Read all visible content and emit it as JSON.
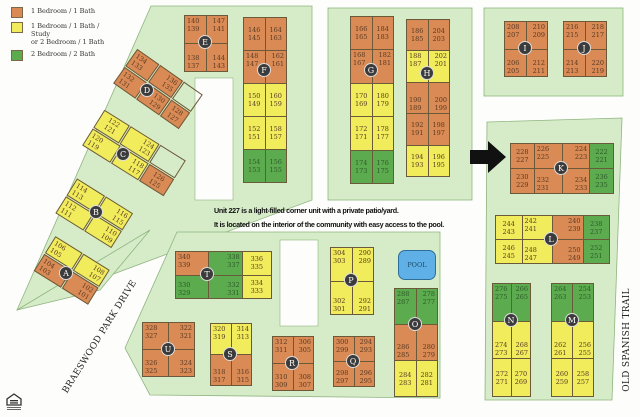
{
  "legend": [
    {
      "label": "1 Bedroom / 1 Bath",
      "color": "#d98a55"
    },
    {
      "label": "1 Bedroom / 1 Bath / Study\nor 2 Bedroom / 1 Bath",
      "color": "#f1ec5c"
    },
    {
      "label": "2 Bedroom / 2 Bath",
      "color": "#5cab4e"
    }
  ],
  "note": {
    "line1": "Unit 227 is a light-filled corner unit with a private patio/yard.",
    "line2": "It is located on the interior of the community with easy access to the pool."
  },
  "roads": {
    "braeswood": "BRAESWOOD PARK DRIVE",
    "old_spanish": "OLD SPANISH TRAIL"
  },
  "pool_label": "POOL",
  "highlight_arrow": "arrow-right-icon",
  "buildings": [
    {
      "id": "A",
      "rows": [
        [
          {
            "u": [
              "106",
              "105"
            ],
            "t": "y"
          },
          {
            "u": [
              "108",
              "107"
            ],
            "t": "y"
          }
        ],
        [
          {
            "u": [
              "104",
              "103"
            ],
            "t": "o"
          },
          {
            "u": [
              "102",
              "101"
            ],
            "t": "o"
          }
        ]
      ]
    },
    {
      "id": "B",
      "rows": [
        [
          {
            "u": [
              "114",
              "113"
            ],
            "t": "y"
          },
          {
            "u": [
              "116",
              "115"
            ],
            "t": "y"
          }
        ],
        [
          {
            "u": [
              "112",
              "111"
            ],
            "t": "y"
          },
          {
            "u": [
              "110",
              "109"
            ],
            "t": "y"
          }
        ]
      ]
    },
    {
      "id": "C",
      "rows": [
        [
          {
            "u": [
              "122",
              "121"
            ],
            "t": "y"
          },
          {
            "u": [
              "124",
              "123"
            ],
            "t": "y"
          },
          {
            "u": [],
            "t": "n"
          }
        ],
        [
          {
            "u": [
              "120",
              "119"
            ],
            "t": "y"
          },
          {
            "u": [
              "118",
              "117"
            ],
            "t": "y"
          },
          {
            "u": [
              "126",
              "125"
            ],
            "t": "o"
          }
        ]
      ]
    },
    {
      "id": "D",
      "rows": [
        [
          {
            "u": [
              "134",
              "133"
            ],
            "t": "o"
          },
          {
            "u": [
              "136",
              "135"
            ],
            "t": "o"
          },
          {
            "u": [],
            "t": "n"
          }
        ],
        [
          {
            "u": [
              "132",
              "131"
            ],
            "t": "o"
          },
          {
            "u": [
              "130",
              "129"
            ],
            "t": "o"
          },
          {
            "u": [
              "128",
              "127"
            ],
            "t": "o"
          }
        ]
      ]
    },
    {
      "id": "E",
      "rows": [
        [
          {
            "u": [
              "140",
              "139"
            ],
            "t": "o"
          },
          {
            "u": [
              "147",
              "141"
            ],
            "t": "o"
          }
        ],
        [
          {
            "u": [
              "138",
              "137"
            ],
            "t": "o"
          },
          {
            "u": [
              "144",
              "143"
            ],
            "t": "o"
          }
        ]
      ]
    },
    {
      "id": "F",
      "rows": [
        [
          {
            "u": [
              "146",
              "145"
            ],
            "t": "o"
          },
          {
            "u": [
              "164",
              "163"
            ],
            "t": "o"
          }
        ],
        [
          {
            "u": [
              "148",
              "147"
            ],
            "t": "o"
          },
          {
            "u": [
              "162",
              "161"
            ],
            "t": "o"
          }
        ],
        [
          {
            "u": [
              "150",
              "149"
            ],
            "t": "y"
          },
          {
            "u": [
              "160",
              "159"
            ],
            "t": "y"
          }
        ],
        [
          {
            "u": [
              "152",
              "151"
            ],
            "t": "y"
          },
          {
            "u": [
              "158",
              "157"
            ],
            "t": "y"
          }
        ],
        [
          {
            "u": [
              "154",
              "153"
            ],
            "t": "g"
          },
          {
            "u": [
              "156",
              "155"
            ],
            "t": "g"
          }
        ]
      ]
    },
    {
      "id": "G",
      "rows": [
        [
          {
            "u": [
              "166",
              "165"
            ],
            "t": "o"
          },
          {
            "u": [
              "184",
              "183"
            ],
            "t": "o"
          }
        ],
        [
          {
            "u": [
              "168",
              "167"
            ],
            "t": "o"
          },
          {
            "u": [
              "182",
              "181"
            ],
            "t": "o"
          }
        ],
        [
          {
            "u": [
              "170",
              "169"
            ],
            "t": "y"
          },
          {
            "u": [
              "180",
              "179"
            ],
            "t": "y"
          }
        ],
        [
          {
            "u": [
              "172",
              "171"
            ],
            "t": "y"
          },
          {
            "u": [
              "178",
              "177"
            ],
            "t": "y"
          }
        ],
        [
          {
            "u": [
              "174",
              "173"
            ],
            "t": "g"
          },
          {
            "u": [
              "176",
              "175"
            ],
            "t": "g"
          }
        ]
      ]
    },
    {
      "id": "H",
      "rows": [
        [
          {
            "u": [
              "186",
              "185"
            ],
            "t": "o"
          },
          {
            "u": [
              "204",
              "203"
            ],
            "t": "o"
          }
        ],
        [
          {
            "u": [
              "188",
              "187"
            ],
            "t": "y"
          },
          {
            "u": [
              "202",
              "201"
            ],
            "t": "y"
          }
        ],
        [
          {
            "u": [
              "190",
              "189"
            ],
            "t": "o"
          },
          {
            "u": [
              "200",
              "199"
            ],
            "t": "o"
          }
        ],
        [
          {
            "u": [
              "192",
              "191"
            ],
            "t": "o"
          },
          {
            "u": [
              "198",
              "197"
            ],
            "t": "o"
          }
        ],
        [
          {
            "u": [
              "194",
              "193"
            ],
            "t": "y"
          },
          {
            "u": [
              "196",
              "195"
            ],
            "t": "y"
          }
        ]
      ]
    },
    {
      "id": "I",
      "rows": [
        [
          {
            "u": [
              "208",
              "207"
            ],
            "t": "o"
          },
          {
            "u": [
              "210",
              "209"
            ],
            "t": "o"
          }
        ],
        [
          {
            "u": [
              "206",
              "205"
            ],
            "t": "o"
          },
          {
            "u": [
              "212",
              "211"
            ],
            "t": "o"
          }
        ]
      ]
    },
    {
      "id": "J",
      "rows": [
        [
          {
            "u": [
              "216",
              "215"
            ],
            "t": "o"
          },
          {
            "u": [
              "218",
              "217"
            ],
            "t": "o"
          }
        ],
        [
          {
            "u": [
              "214",
              "213"
            ],
            "t": "o"
          },
          {
            "u": [
              "220",
              "219"
            ],
            "t": "o"
          }
        ]
      ]
    },
    {
      "id": "K",
      "rows": [
        [
          {
            "u": [
              "228",
              "227"
            ],
            "t": "o"
          },
          {
            "u": [
              "226",
              "225"
            ],
            "t": "o"
          },
          {
            "u": [
              "224",
              "223"
            ],
            "t": "o"
          },
          {
            "u": [
              "222",
              "221"
            ],
            "t": "g"
          }
        ],
        [
          {
            "u": [
              "230",
              "229"
            ],
            "t": "o"
          },
          {
            "u": [
              "232",
              "231"
            ],
            "t": "o"
          },
          {
            "u": [
              "234",
              "233"
            ],
            "t": "o"
          },
          {
            "u": [
              "236",
              "235"
            ],
            "t": "g"
          }
        ]
      ]
    },
    {
      "id": "L",
      "rows": [
        [
          {
            "u": [
              "244",
              "243"
            ],
            "t": "y"
          },
          {
            "u": [
              "242",
              "241"
            ],
            "t": "y"
          },
          {
            "u": [
              "240",
              "239"
            ],
            "t": "o"
          },
          {
            "u": [
              "238",
              "237"
            ],
            "t": "g"
          }
        ],
        [
          {
            "u": [
              "246",
              "245"
            ],
            "t": "y"
          },
          {
            "u": [
              "248",
              "247"
            ],
            "t": "y"
          },
          {
            "u": [
              "250",
              "249"
            ],
            "t": "o"
          },
          {
            "u": [
              "252",
              "251"
            ],
            "t": "g"
          }
        ]
      ]
    },
    {
      "id": "M",
      "rows": [
        [
          {
            "u": [
              "264",
              "263"
            ],
            "t": "g"
          },
          {
            "u": [
              "254",
              "253"
            ],
            "t": "g"
          }
        ],
        [
          {
            "u": [
              "262",
              "261"
            ],
            "t": "y"
          },
          {
            "u": [
              "256",
              "255"
            ],
            "t": "y"
          }
        ],
        [
          {
            "u": [
              "260",
              "259"
            ],
            "t": "y"
          },
          {
            "u": [
              "258",
              "257"
            ],
            "t": "y"
          }
        ]
      ]
    },
    {
      "id": "N",
      "rows": [
        [
          {
            "u": [
              "276",
              "275"
            ],
            "t": "g"
          },
          {
            "u": [
              "266",
              "265"
            ],
            "t": "g"
          }
        ],
        [
          {
            "u": [
              "274",
              "273"
            ],
            "t": "y"
          },
          {
            "u": [
              "268",
              "267"
            ],
            "t": "y"
          }
        ],
        [
          {
            "u": [
              "272",
              "271"
            ],
            "t": "y"
          },
          {
            "u": [
              "270",
              "269"
            ],
            "t": "y"
          }
        ]
      ]
    },
    {
      "id": "O",
      "rows": [
        [
          {
            "u": [
              "288",
              "287"
            ],
            "t": "g"
          },
          {
            "u": [
              "278",
              "277"
            ],
            "t": "g"
          }
        ],
        [
          {
            "u": [
              "286",
              "285"
            ],
            "t": "o"
          },
          {
            "u": [
              "280",
              "279"
            ],
            "t": "o"
          }
        ],
        [
          {
            "u": [
              "284",
              "283"
            ],
            "t": "y"
          },
          {
            "u": [
              "282",
              "281"
            ],
            "t": "y"
          }
        ]
      ]
    },
    {
      "id": "P",
      "rows": [
        [
          {
            "u": [
              "304",
              "303"
            ],
            "t": "y"
          },
          {
            "u": [
              "290",
              "289"
            ],
            "t": "y"
          }
        ],
        [
          {
            "u": [
              "302",
              "301"
            ],
            "t": "y"
          },
          {
            "u": [
              "292",
              "291"
            ],
            "t": "y"
          }
        ]
      ]
    },
    {
      "id": "Q",
      "rows": [
        [
          {
            "u": [
              "300",
              "299"
            ],
            "t": "o"
          },
          {
            "u": [
              "294",
              "293"
            ],
            "t": "o"
          }
        ],
        [
          {
            "u": [
              "298",
              "297"
            ],
            "t": "o"
          },
          {
            "u": [
              "296",
              "295"
            ],
            "t": "o"
          }
        ]
      ]
    },
    {
      "id": "R",
      "rows": [
        [
          {
            "u": [
              "312",
              "311"
            ],
            "t": "o"
          },
          {
            "u": [
              "306",
              "305"
            ],
            "t": "o"
          }
        ],
        [
          {
            "u": [
              "310",
              "309"
            ],
            "t": "o"
          },
          {
            "u": [
              "308",
              "307"
            ],
            "t": "o"
          }
        ]
      ]
    },
    {
      "id": "S",
      "rows": [
        [
          {
            "u": [
              "320",
              "319"
            ],
            "t": "y"
          },
          {
            "u": [
              "314",
              "313"
            ],
            "t": "y"
          }
        ],
        [
          {
            "u": [
              "318",
              "317"
            ],
            "t": "o"
          },
          {
            "u": [
              "316",
              "315"
            ],
            "t": "o"
          }
        ]
      ]
    },
    {
      "id": "T",
      "rows": [
        [
          {
            "u": [
              "340",
              "339"
            ],
            "t": "o"
          },
          {
            "u": [
              "338",
              "337"
            ],
            "t": "g"
          },
          {
            "u": [
              "336",
              "335"
            ],
            "t": "y"
          }
        ],
        [
          {
            "u": [
              "330",
              "329"
            ],
            "t": "g"
          },
          {
            "u": [
              "332",
              "331"
            ],
            "t": "g"
          },
          {
            "u": [
              "334",
              "333"
            ],
            "t": "y"
          }
        ]
      ]
    },
    {
      "id": "U",
      "rows": [
        [
          {
            "u": [
              "328",
              "327"
            ],
            "t": "o"
          },
          {
            "u": [
              "322",
              "321"
            ],
            "t": "o"
          }
        ],
        [
          {
            "u": [
              "326",
              "325"
            ],
            "t": "o"
          },
          {
            "u": [
              "324",
              "323"
            ],
            "t": "o"
          }
        ]
      ]
    }
  ]
}
